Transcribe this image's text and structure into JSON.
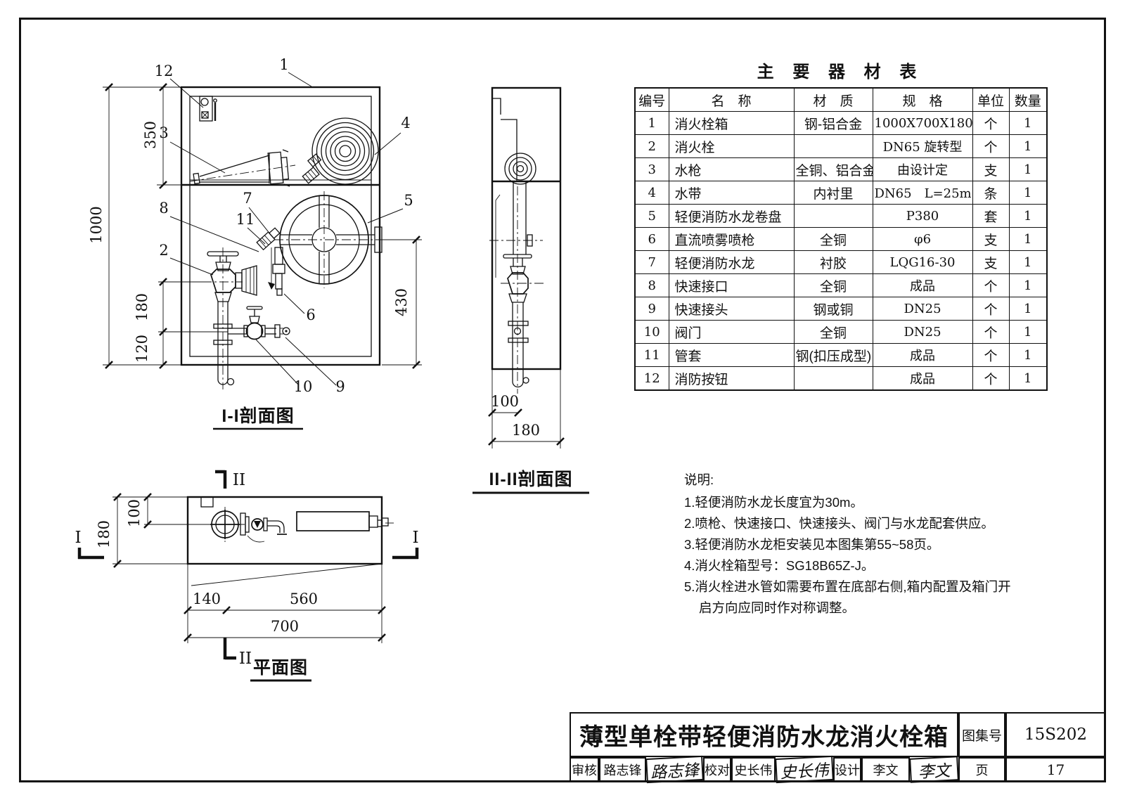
{
  "table": {
    "title": "主 要 器 材 表",
    "headers": [
      "编号",
      "名　称",
      "材　质",
      "规　格",
      "单位",
      "数量"
    ],
    "rows": [
      [
        "1",
        "消火栓箱",
        "钢-铝合金",
        "1000X700X180",
        "个",
        "1"
      ],
      [
        "2",
        "消火栓",
        "",
        "DN65 旋转型",
        "个",
        "1"
      ],
      [
        "3",
        "水枪",
        "全铜、铝合金",
        "由设计定",
        "支",
        "1"
      ],
      [
        "4",
        "水带",
        "内衬里",
        "DN65　L=25m",
        "条",
        "1"
      ],
      [
        "5",
        "轻便消防水龙卷盘",
        "",
        "P380",
        "套",
        "1"
      ],
      [
        "6",
        "直流喷雾喷枪",
        "全铜",
        "φ6",
        "支",
        "1"
      ],
      [
        "7",
        "轻便消防水龙",
        "衬胶",
        "LQG16-30",
        "支",
        "1"
      ],
      [
        "8",
        "快速接口",
        "全铜",
        "成品",
        "个",
        "1"
      ],
      [
        "9",
        "快速接头",
        "钢或铜",
        "DN25",
        "个",
        "1"
      ],
      [
        "10",
        "阀门",
        "全铜",
        "DN25",
        "个",
        "1"
      ],
      [
        "11",
        "管套",
        "钢(扣压成型)",
        "成品",
        "个",
        "1"
      ],
      [
        "12",
        "消防按钮",
        "",
        "成品",
        "个",
        "1"
      ]
    ]
  },
  "notes": {
    "title": "说明:",
    "items": [
      "1.轻便消防水龙长度宜为30m。",
      "2.喷枪、快速接口、快速接头、阀门与水龙配套供应。",
      "3.轻便消防水龙柜安装见本图集第55~58页。",
      "4.消火栓箱型号：SG18B65Z-J。",
      "5.消火栓进水管如需要布置在底部右侧,箱内配置及箱门开启方向应同时作对称调整。"
    ]
  },
  "title_block": {
    "title": "薄型单栓带轻便消防水龙消火栓箱",
    "atlas_label": "图集号",
    "atlas_no": "15S202",
    "page_label": "页",
    "page_no": "17",
    "review_label": "审核",
    "reviewer": "路志锋",
    "reviewer_sig": "路志锋",
    "check_label": "校对",
    "checker": "史长伟",
    "checker_sig": "史长伟",
    "design_label": "设计",
    "designer": "李文",
    "designer_sig": "李文"
  },
  "sec1": {
    "caption": "I-I剖面图",
    "parts": [
      "12",
      "1",
      "3",
      "4",
      "8",
      "7",
      "11",
      "2",
      "5",
      "6",
      "10",
      "9"
    ],
    "dims": [
      "350",
      "1000",
      "180",
      "120",
      "430"
    ]
  },
  "sec2": {
    "caption": "II-II剖面图",
    "dims": [
      "100",
      "180"
    ]
  },
  "plan": {
    "caption": "平面图",
    "dims": [
      "180",
      "100",
      "140",
      "560",
      "700"
    ],
    "mark_i": "I",
    "mark_ii": "II"
  }
}
